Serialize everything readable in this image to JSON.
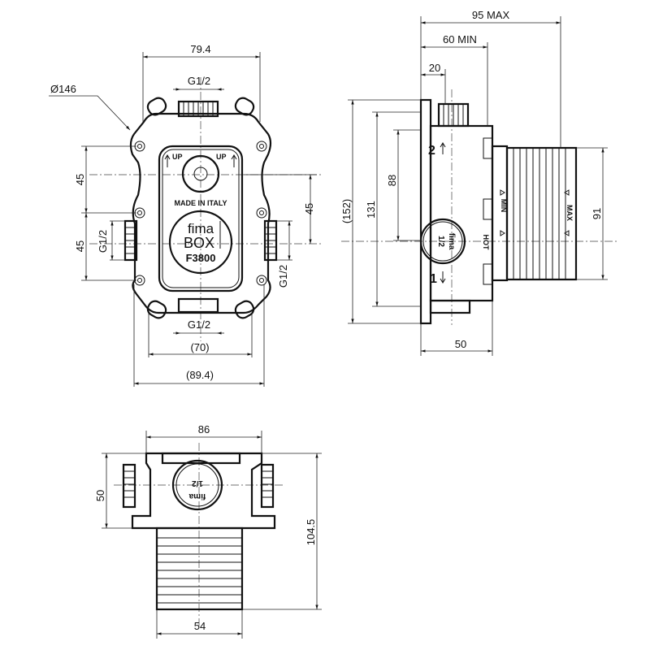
{
  "front_view": {
    "width_top": "79.4",
    "diameter": "Ø146",
    "port_top": "G1/2",
    "port_bottom": "G1/2",
    "port_left": "G1/2",
    "port_right": "G1/2",
    "spacing_left_upper": "45",
    "spacing_left_lower": "45",
    "spacing_right": "45",
    "width_inner": "(70)",
    "width_outer": "(89.4)",
    "label_up_left": "UP",
    "label_up_right": "UP",
    "label_made_in": "MADE IN ITALY",
    "logo_line1": "fima",
    "logo_line2": "BOX",
    "model": "F3800"
  },
  "side_view": {
    "depth_max": "95 MAX",
    "depth_min": "60 MIN",
    "flange": "20",
    "body_depth": "50",
    "height_total": "(152)",
    "height_body": "131",
    "height_ports": "88",
    "height_ext": "91",
    "port2": "2",
    "port1": "1",
    "hot": "HOT",
    "min": "MIN",
    "max": "MAX",
    "cap_line1": "fima",
    "cap_line2": "1/2"
  },
  "bottom_view": {
    "width": "86",
    "depth": "50",
    "total_depth": "104.5",
    "ext_width": "54",
    "cap_line1": "fima",
    "cap_line2": "1/2"
  }
}
